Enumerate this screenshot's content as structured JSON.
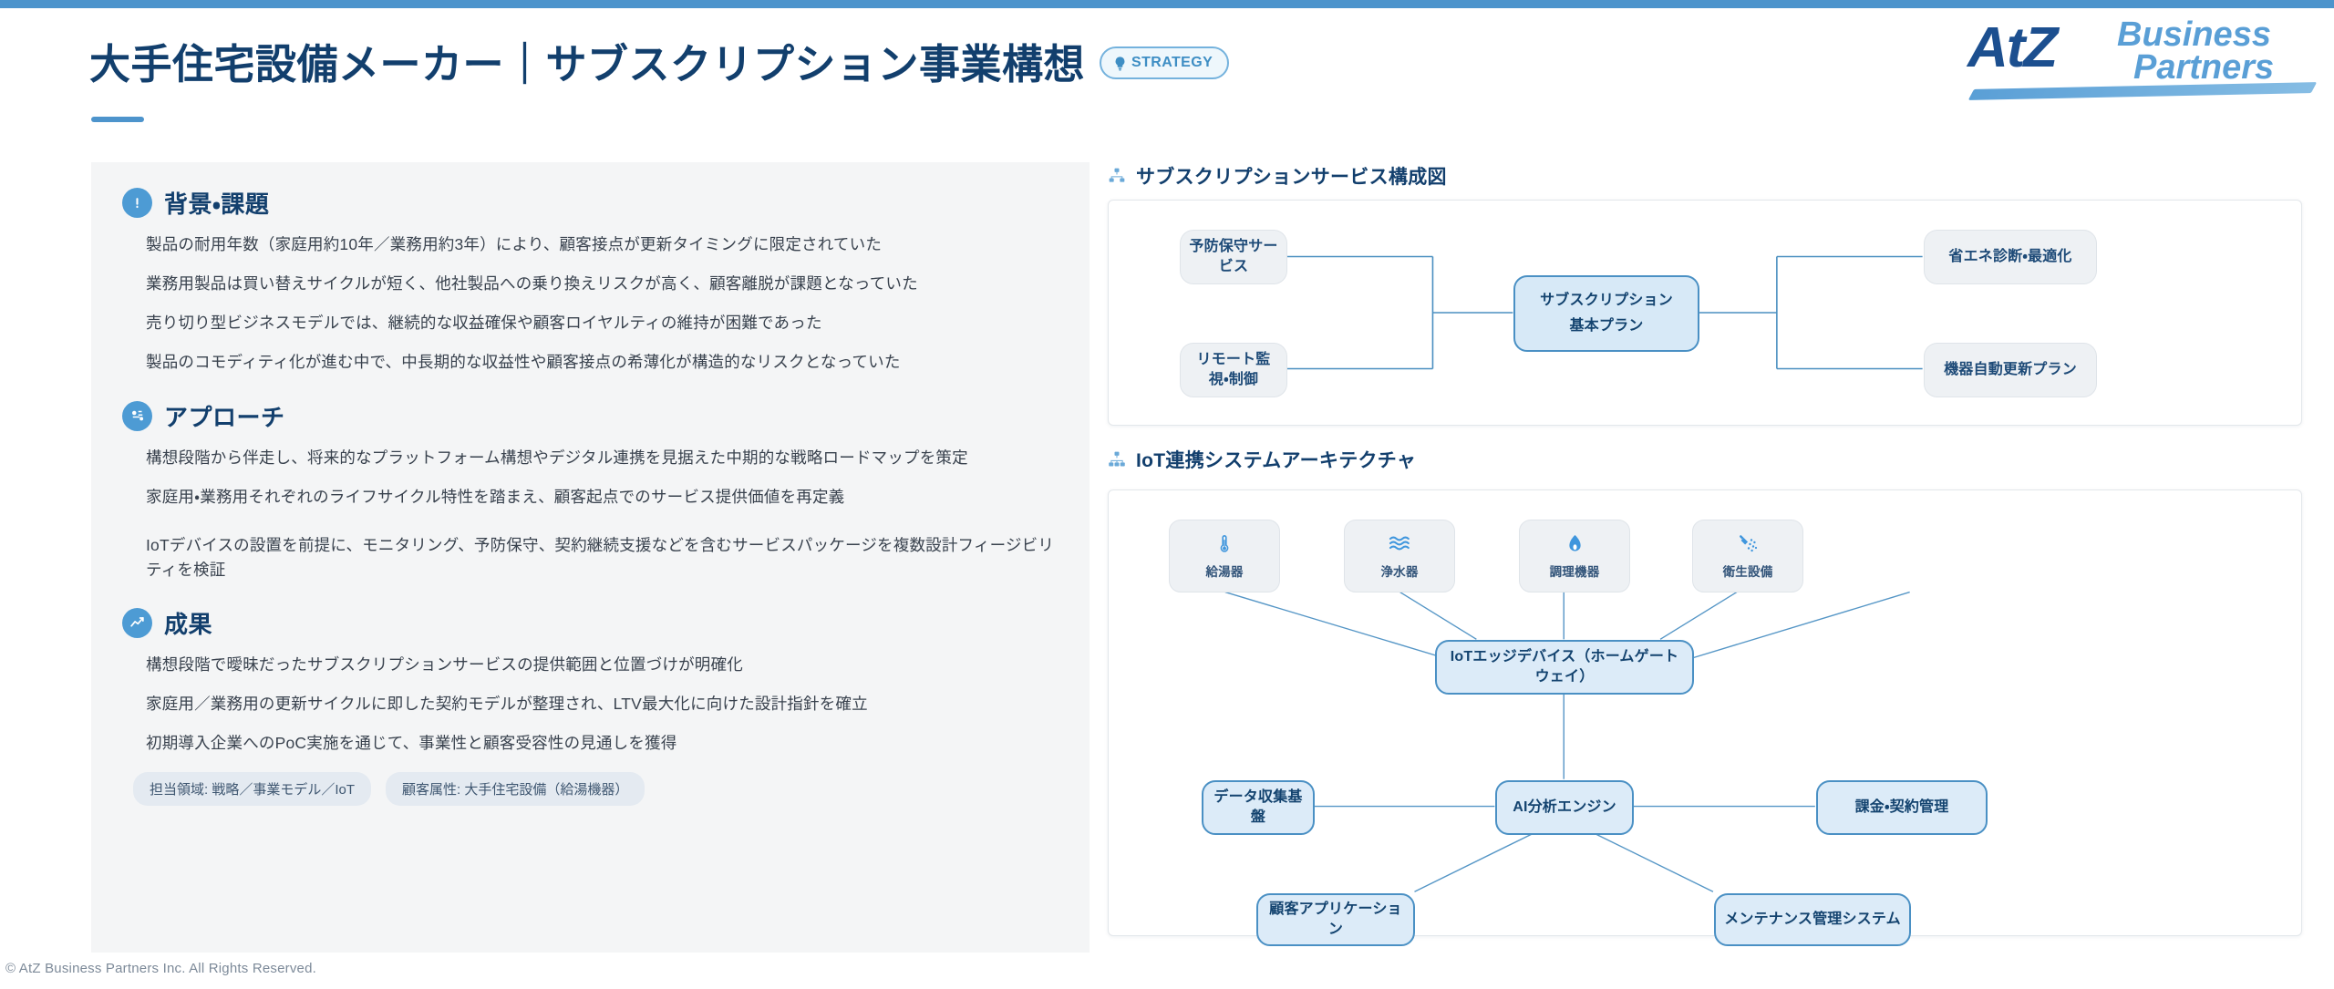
{
  "header": {
    "title": "大手住宅設備メーカー｜サブスクリプション事業構想",
    "badge_label": "STRATEGY",
    "badge_icon": "lightbulb-icon"
  },
  "logo": {
    "mark": "AtZ",
    "word_line1": "Business",
    "word_line2": "Partners"
  },
  "left_panel": {
    "sections": [
      {
        "icon": "exclamation-circle-icon",
        "title": "背景・課題",
        "bullets": [
          "製品の耐用年数（家庭用約10年／業務用約3年）により、顧客接点が更新タイミングに限定されていた",
          "業務用製品は買い替えサイクルが短く、他社製品への乗り換えリスクが高く、顧客離脱が課題となっていた",
          "売り切り型ビジネスモデルでは、継続的な収益確保や顧客ロイヤルティの維持が困難であった",
          "製品のコモディティ化が進む中で、中長期的な収益性や顧客接点の希薄化が構造的なリスクとなっていた"
        ]
      },
      {
        "icon": "approach-idea-icon",
        "title": "アプローチ",
        "bullets": [
          "構想段階から伴走し、将来的なプラットフォーム構想やデジタル連携を見据えた中期的な戦略ロードマップを策定",
          "家庭用・業務用それぞれのライフサイクル特性を踏まえ、顧客起点でのサービス提供価値を再定義",
          "IoTデバイスの設置を前提に、モニタリング、予防保守、契約継続支援などを含むサービスパッケージを複数設計フィージビリティを検証"
        ]
      },
      {
        "icon": "chart-up-icon",
        "title": "成果",
        "bullets": [
          "構想段階で曖昧だったサブスクリプションサービスの提供範囲と位置づけが明確化",
          "家庭用／業務用の更新サイクルに即した契約モデルが整理され、LTV最大化に向けた設計指針を確立",
          "初期導入企業へのPoC実施を通じて、事業性と顧客受容性の見通しを獲得"
        ]
      }
    ],
    "tags": [
      "担当領域: 戦略／事業モデル／IoT",
      "顧客属性: 大手住宅設備（給湯機器）"
    ]
  },
  "diagrams": [
    {
      "icon": "sitemap-icon",
      "title": "サブスクリプションサービス構成図",
      "nodes": {
        "left_top": "予防保守サービス",
        "left_bottom": "リモート監視・制御",
        "center": "サブスクリプション\n基本プラン",
        "center_line1": "サブスクリプション",
        "center_line2": "基本プラン",
        "right_top": "省エネ診断・最適化",
        "right_bottom": "機器自動更新プラン"
      }
    },
    {
      "icon": "network-nodes-icon",
      "title": "IoT連携システムアーキテクチャ",
      "device_cards": [
        {
          "icon": "thermometer-icon",
          "label": "給湯器"
        },
        {
          "icon": "water-waves-icon",
          "label": "浄水器"
        },
        {
          "icon": "flame-icon",
          "label": "調理機器"
        },
        {
          "icon": "shower-icon",
          "label": "衛生設備"
        }
      ],
      "nodes": {
        "gateway": "IoTエッジデバイス（ホームゲートウェイ）",
        "data_platform": "データ収集基盤",
        "ai_engine": "AI分析エンジン",
        "billing": "課金・契約管理",
        "customer_app": "顧客アプリケーション",
        "maintenance": "メンテナンス管理システム"
      }
    }
  ],
  "footer": {
    "copyright": "© AtZ Business Partners Inc. All Rights Reserved."
  },
  "colors": {
    "accent": "#4d94cc",
    "navy": "#123f6d",
    "node_fill": "#eef1f4",
    "primary_node_fill": "#d7e9f7",
    "primary_node_border": "#4a90c4",
    "panel_bg": "#f4f5f6",
    "icon_blue": "#3f96dd"
  }
}
